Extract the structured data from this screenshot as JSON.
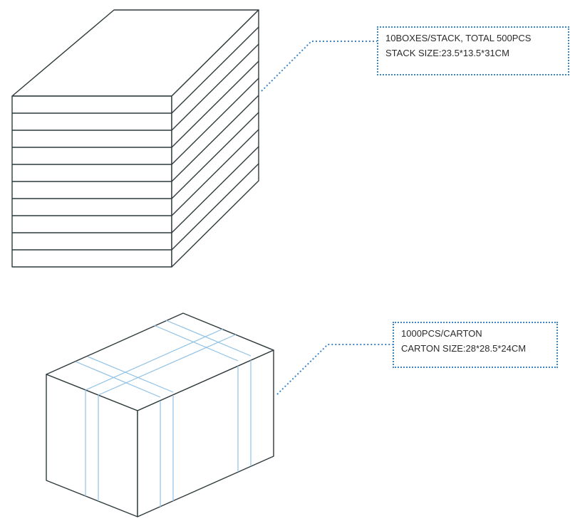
{
  "stack_callout": {
    "line1": "10BOXES/STACK, TOTAL 500PCS",
    "line2": "STACK SIZE:23.5*13.5*31CM"
  },
  "carton_callout": {
    "line1": "1000PCS/CARTON",
    "line2": "CARTON SIZE:28*28.5*24CM"
  },
  "colors": {
    "outline": "#2f3a3c",
    "tape": "#8fc1e6",
    "leader": "#3f86c7"
  }
}
